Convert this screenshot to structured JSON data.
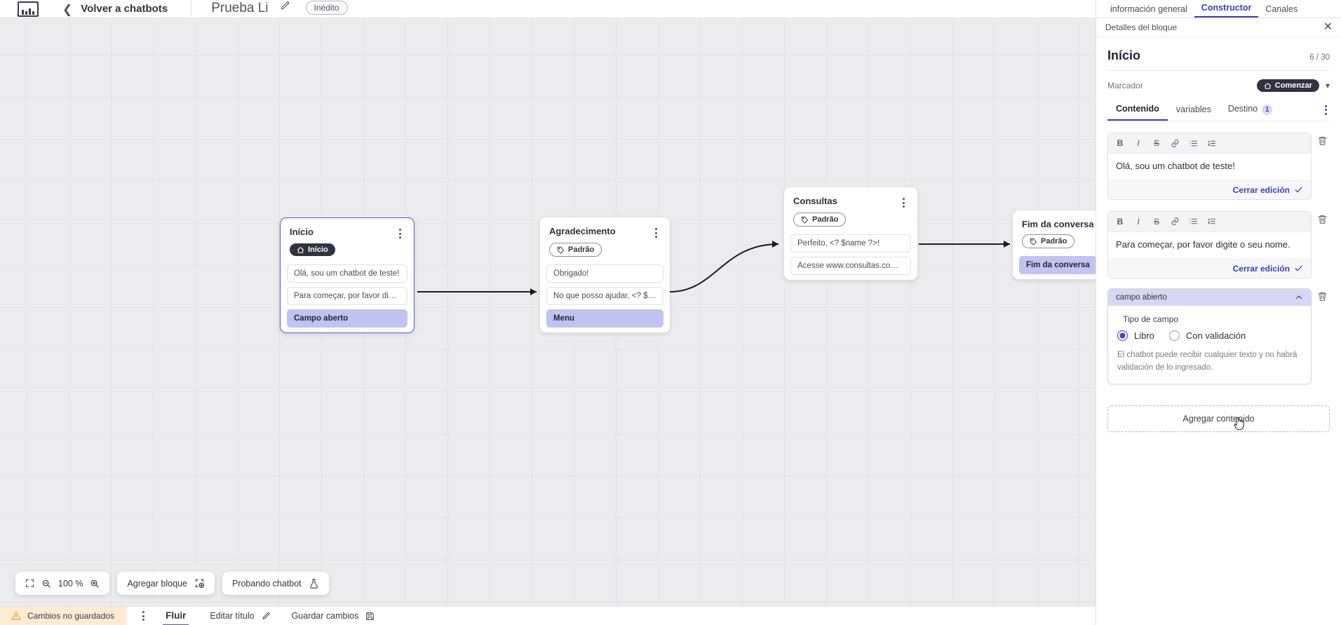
{
  "topbar": {
    "logo_icon": "app-logo-icon",
    "back_chevron_icon": "chevron-left-icon",
    "back_label": "Volver a chatbots",
    "bot_title": "Prueba Li",
    "edit_icon": "pencil-icon",
    "status_pill": "Inédito"
  },
  "canvas": {
    "nodes": [
      {
        "title": "Início",
        "chip": {
          "label": "Início",
          "icon": "home-icon",
          "style": "dark"
        },
        "items": [
          {
            "text": "Olá, sou um chatbot de teste!",
            "highlight": false
          },
          {
            "text": "Para começar, por favor digite o ...",
            "highlight": false
          },
          {
            "text": "Campo aberto",
            "highlight": true
          }
        ],
        "selected": true
      },
      {
        "title": "Agradecimento",
        "chip": {
          "label": "Padrão",
          "icon": "tag-icon",
          "style": "outline"
        },
        "items": [
          {
            "text": "Obrigado!",
            "highlight": false
          },
          {
            "text": "No que posso ajudar, <? $name ...",
            "highlight": false
          },
          {
            "text": "Menu",
            "highlight": true
          }
        ],
        "selected": false
      },
      {
        "title": "Consultas",
        "chip": {
          "label": "Padrão",
          "icon": "tag-icon",
          "style": "outline"
        },
        "items": [
          {
            "text": "Perfeito, <? $name ?>!",
            "highlight": false
          },
          {
            "text": "Acesse www.consultas.com par...",
            "highlight": false
          }
        ],
        "selected": false
      },
      {
        "title": "Fim da conversa",
        "chip": {
          "label": "Padrão",
          "icon": "tag-icon",
          "style": "outline"
        },
        "items": [
          {
            "text": "Fim da conversa",
            "highlight": true
          }
        ],
        "selected": false
      }
    ]
  },
  "floating_toolbar": {
    "fit_icon": "fit-screen-icon",
    "zoom_out_icon": "zoom-out-icon",
    "zoom_level": "100 %",
    "zoom_in_icon": "zoom-in-icon",
    "add_block_label": "Agregar bloque",
    "add_block_icon": "add-block-icon",
    "test_label": "Probando chatbot",
    "test_icon": "flask-icon"
  },
  "statusbar": {
    "warning_icon": "warning-triangle-icon",
    "unsaved_label": "Cambios no guardados",
    "kebab_icon": "kebab-menu-icon",
    "tab_label": "Fluir",
    "edit_title_label": "Editar título",
    "edit_title_icon": "pencil-icon",
    "save_label": "Guardar cambios",
    "save_icon": "save-disk-icon"
  },
  "panel": {
    "tabs": [
      {
        "label": "información general",
        "active": false
      },
      {
        "label": "Constructor",
        "active": true
      },
      {
        "label": "Canales",
        "active": false
      }
    ],
    "header_title": "Detalles del bloque",
    "close_icon": "close-icon",
    "block_title": "Início",
    "block_count": "6 / 30",
    "marker_label": "Marcador",
    "marker_chip": {
      "label": "Comenzar",
      "icon": "home-icon"
    },
    "marker_chevron_icon": "chevron-down-icon",
    "content_tabs": [
      {
        "label": "Contenido",
        "active": true,
        "badge": ""
      },
      {
        "label": "variables",
        "active": false,
        "badge": ""
      },
      {
        "label": "Destino",
        "active": false,
        "badge": "1"
      }
    ],
    "tabs_kebab_icon": "kebab-menu-icon",
    "editors": [
      {
        "toolbar": [
          "B",
          "I",
          "S",
          "link-icon",
          "bullet-list-icon",
          "numbered-list-icon"
        ],
        "text": "Olá, sou um chatbot de teste!",
        "close_label": "Cerrar edición",
        "check_icon": "check-icon",
        "delete_icon": "trash-icon"
      },
      {
        "toolbar": [
          "B",
          "I",
          "S",
          "link-icon",
          "bullet-list-icon",
          "numbered-list-icon"
        ],
        "text": "Para começar, por favor digite o seu nome.",
        "close_label": "Cerrar edición",
        "check_icon": "check-icon",
        "delete_icon": "trash-icon"
      }
    ],
    "open_field": {
      "header_label": "campo abierto",
      "collapse_icon": "chevron-up-icon",
      "delete_icon": "trash-icon",
      "field_type_label": "Tipo de campo",
      "options": [
        {
          "label": "Libro",
          "selected": true
        },
        {
          "label": "Con validación",
          "selected": false
        }
      ],
      "description": "El chatbot puede recibir cualquier texto y no habrá validación de lo ingresado."
    },
    "add_content_label": "Agregar contenido",
    "cursor_icon": "pointer-hand-cursor"
  },
  "colors": {
    "accent": "#3b3bc4",
    "highlight": "#bfc4f0",
    "canvas_bg": "#ececee",
    "warning_bg": "#fdecd2",
    "chip_dark": "#33333f"
  }
}
